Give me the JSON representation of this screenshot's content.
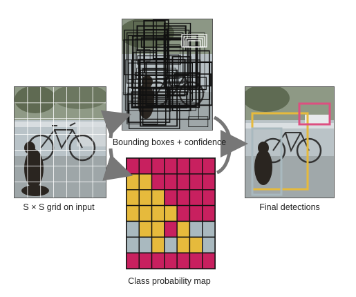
{
  "labels": {
    "grid": "S × S grid on input",
    "boxes": "Bounding boxes + confidence",
    "probmap": "Class probability map",
    "final": "Final detections"
  },
  "grid": {
    "rows": 7,
    "cols": 7
  },
  "colors": {
    "dog": "#e6ba3c",
    "bicycle": "#c8205f",
    "car": "#dd4f80",
    "background": "#a9b9bf",
    "box_lines": "#111111",
    "arrow": "#777777"
  },
  "class_map": [
    [
      "bicycle",
      "bicycle",
      "bicycle",
      "bicycle",
      "bicycle",
      "bicycle",
      "bicycle"
    ],
    [
      "dog",
      "dog",
      "bicycle",
      "bicycle",
      "bicycle",
      "bicycle",
      "bicycle"
    ],
    [
      "dog",
      "dog",
      "dog",
      "bicycle",
      "bicycle",
      "bicycle",
      "bicycle"
    ],
    [
      "dog",
      "dog",
      "dog",
      "dog",
      "bicycle",
      "bicycle",
      "bicycle"
    ],
    [
      "background",
      "dog",
      "dog",
      "bicycle",
      "dog",
      "background",
      "background"
    ],
    [
      "background",
      "background",
      "dog",
      "background",
      "dog",
      "dog",
      "background"
    ],
    [
      "bicycle",
      "bicycle",
      "bicycle",
      "bicycle",
      "bicycle",
      "bicycle",
      "bicycle"
    ]
  ]
}
